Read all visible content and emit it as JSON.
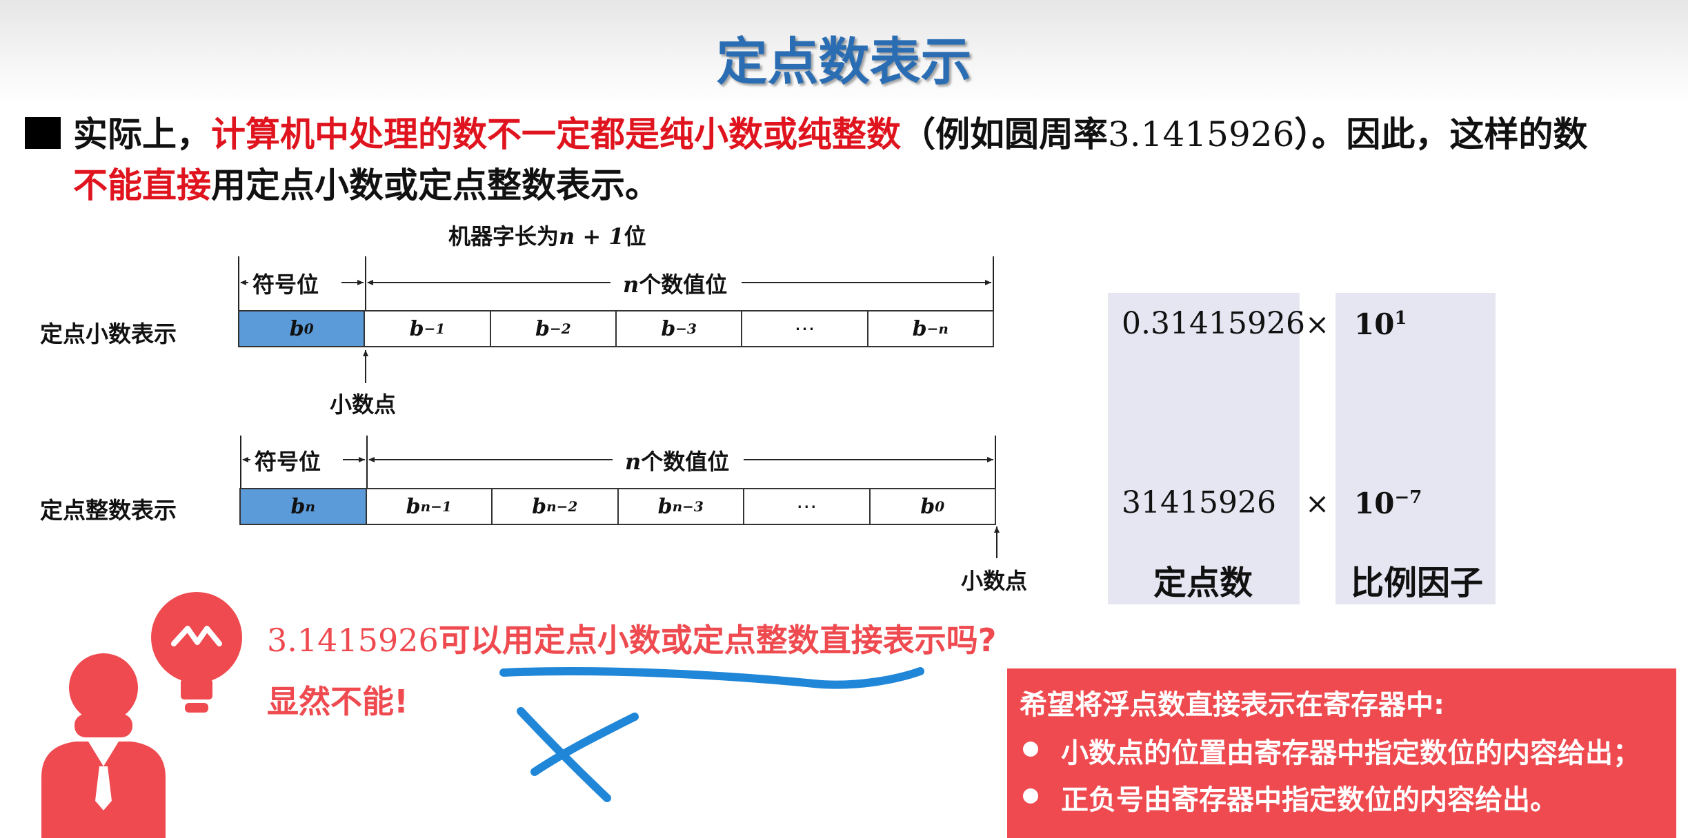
{
  "slide": {
    "title": "定点数表示",
    "intro": {
      "p1": "实际上，",
      "p2": "计算机中处理的数不一定都是纯小数或纯整数",
      "p3": "（例如圆周率",
      "p4": "3.1415926",
      "p5": "）。因此，这样的数",
      "p6": "不能直接",
      "p7": "用定点小数或定点整数表示。"
    }
  },
  "diagram": {
    "word_length_prefix": "机器字长为",
    "word_length_formula": "n + 1",
    "word_length_suffix": "位",
    "sign_label": "符号位",
    "value_var": "n",
    "value_label": "个数值位",
    "point_label": "小数点",
    "fraction": {
      "label": "定点小数表示",
      "cells": [
        {
          "base": "b",
          "sub": "0"
        },
        {
          "base": "b",
          "sub": "−1"
        },
        {
          "base": "b",
          "sub": "−2"
        },
        {
          "base": "b",
          "sub": "−3"
        },
        {
          "base": "⋯",
          "sub": ""
        },
        {
          "base": "b",
          "sub": "−n"
        }
      ]
    },
    "integer": {
      "label": "定点整数表示",
      "cells": [
        {
          "base": "b",
          "sub": "n"
        },
        {
          "base": "b",
          "sub": "n−1"
        },
        {
          "base": "b",
          "sub": "n−2"
        },
        {
          "base": "b",
          "sub": "n−3"
        },
        {
          "base": "⋯",
          "sub": ""
        },
        {
          "base": "b",
          "sub": "0"
        }
      ]
    }
  },
  "panel": {
    "mantissa1": "0.31415926",
    "mantissa2": "31415926",
    "times": "×",
    "scale1_base": "10",
    "scale1_exp": "1",
    "scale2_base": "10",
    "scale2_exp": "−7",
    "col1_label": "定点数",
    "col2_label": "比例因子"
  },
  "qa": {
    "q_num": "3.1415926",
    "q_text": "可以用定点小数或定点整数直接表示吗?",
    "answer": "显然不能!"
  },
  "hint": {
    "title": "希望将浮点数直接表示在寄存器中:",
    "items": [
      "小数点的位置由寄存器中指定数位的内容给出；",
      "正负号由寄存器中指定数位的内容给出。"
    ]
  },
  "colors": {
    "title_blue": "#2a6db3",
    "emphasis_red": "#e0141e",
    "accent_red": "#ee4a4f",
    "sign_bit_blue": "#5b9bd9",
    "panel_bg": "#e6e6f2",
    "annotation_blue": "#1f86d8"
  }
}
